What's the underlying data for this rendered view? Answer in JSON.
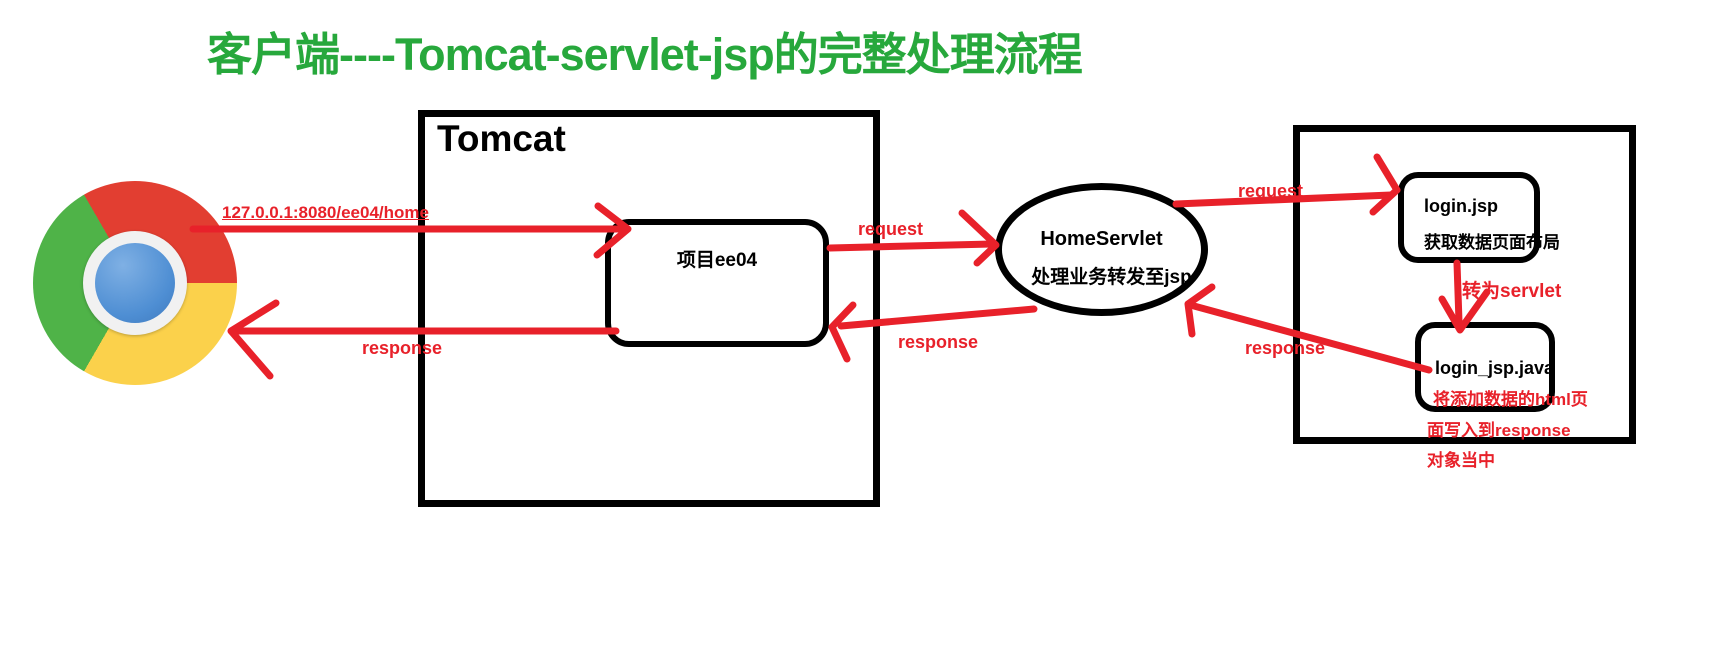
{
  "title": {
    "text": "客户端----Tomcat-servlet-jsp的完整处理流程",
    "color": "#27a83c"
  },
  "colors": {
    "arrow_red": "#e8212a",
    "box_black": "#000000",
    "title_green": "#27a83c",
    "chrome_red": "#e23e31",
    "chrome_yellow": "#fbd14b",
    "chrome_green": "#4fb348",
    "chrome_blue": "#4e8ed3"
  },
  "icons": {
    "chrome": "chrome-browser-logo"
  },
  "nodes": {
    "tomcat": {
      "label": "Tomcat"
    },
    "project": {
      "label": "项目ee04"
    },
    "servlet": {
      "line1": "HomeServlet",
      "line2": "处理业务转发至jsp"
    },
    "jsp": {
      "line1": "login.jsp",
      "line2": "获取数据页面布局"
    },
    "jspjava": {
      "line1": "login_jsp.java",
      "line2": "将添加数据的html页",
      "line3": "面写入到response",
      "line4": "对象当中"
    }
  },
  "arrow_labels": {
    "url": "127.0.0.1:8080/ee04/home",
    "request_tomcat": "request",
    "response_client": "response",
    "request_jsp": "request",
    "response_tomcat": "response",
    "response_servlet": "response",
    "to_servlet": "转为servlet"
  }
}
